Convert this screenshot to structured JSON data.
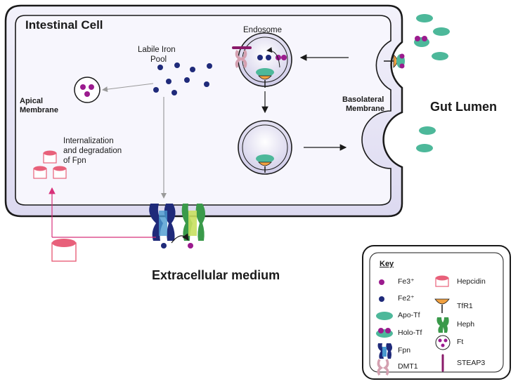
{
  "labels": {
    "intestinal_cell": "Intestinal Cell",
    "labile_iron_pool_1": "Labile Iron",
    "labile_iron_pool_2": "Pool",
    "endosome": "Endosome",
    "apical_1": "Apical",
    "apical_2": "Membrane",
    "basolateral_1": "Basolateral",
    "basolateral_2": "Membrane",
    "gut_lumen": "Gut Lumen",
    "internalization_1": "Internalization",
    "internalization_2": "and degradation",
    "internalization_3": "of Fpn",
    "extracellular": "Extracellular medium"
  },
  "key": {
    "title": "Key",
    "items_left": [
      "Fe3⁺",
      "Fe2⁺",
      "Apo-Tf",
      "Holo-Tf",
      "Fpn",
      "DMT1"
    ],
    "items_right": [
      "Hepcidin",
      "TfR1",
      "Heph",
      "Ft",
      "STEAP3"
    ]
  },
  "colors": {
    "fe3": "#9b1b8e",
    "fe2": "#1f2a7a",
    "transferrin": "#4db89a",
    "hepcidin": "#e8607a",
    "tfr1": "#f0a040",
    "steap3": "#8a1a6a",
    "heph": "#3a9a4a",
    "dmt1": "#d4a0b0",
    "cell_fill": "#ecebf7"
  }
}
